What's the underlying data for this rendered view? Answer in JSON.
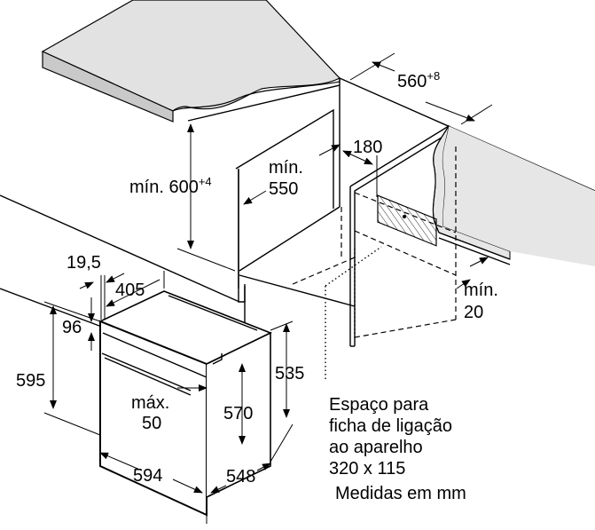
{
  "dimensions": {
    "niche_width": {
      "value": "560",
      "sup": "+8"
    },
    "niche_height": {
      "prefix": "mín.",
      "value": "600",
      "sup": "+4"
    },
    "depth_min": {
      "line1": "mín.",
      "line2": "550"
    },
    "socket_offset": "180",
    "rear_gap": {
      "line1": "mín.",
      "line2": "20"
    },
    "panel_offset": "19,5",
    "door_depth": "405",
    "top_gap": "96",
    "appliance_height": "595",
    "handle_gap": {
      "line1": "máx.",
      "line2": "50"
    },
    "inner_height": "570",
    "body_height": "535",
    "appliance_width": "594",
    "appliance_depth": "548"
  },
  "notes": {
    "socket_space": [
      "Espaço para",
      "ficha de ligação",
      "ao aparelho",
      "320 x 115"
    ],
    "units": "Medidas em mm"
  }
}
